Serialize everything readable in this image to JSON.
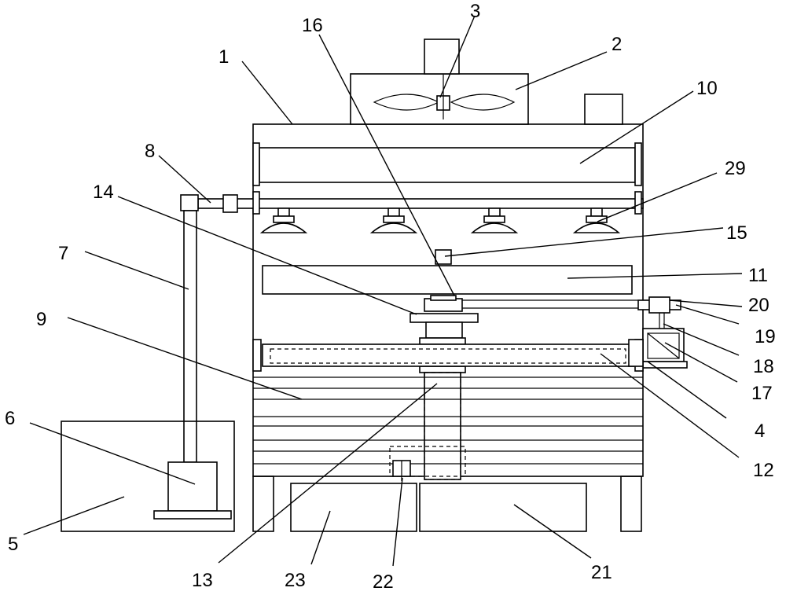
{
  "labels": {
    "l1": "1",
    "l2": "2",
    "l3": "3",
    "l4": "4",
    "l5": "5",
    "l6": "6",
    "l7": "7",
    "l8": "8",
    "l9": "9",
    "l10": "10",
    "l11": "11",
    "l12": "12",
    "l13": "13",
    "l14": "14",
    "l15": "15",
    "l16": "16",
    "l17": "17",
    "l18": "18",
    "l19": "19",
    "l20": "20",
    "l21": "21",
    "l22": "22",
    "l23": "23",
    "l29": "29"
  }
}
